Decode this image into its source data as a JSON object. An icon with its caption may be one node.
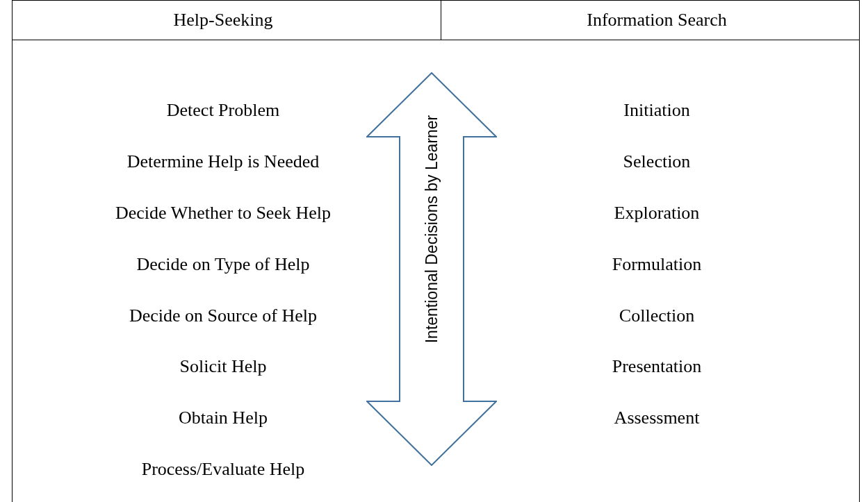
{
  "diagram": {
    "nodes": [
      {
        "text": [
          "Intentional Decisions by Learner"
        ]
      }
    ],
    "labels": [
      "Help-Seeking",
      "Information Search",
      "Detect Problem",
      "Determine Help is Needed",
      "Decide Whether to Seek Help",
      "Decide on Type of Help",
      "Decide on Source of Help",
      "Solicit Help",
      "Obtain Help",
      "Process/Evaluate Help",
      "Initiation",
      "Selection",
      "Exploration",
      "Formulation",
      "Collection",
      "Presentation",
      "Assessment"
    ]
  }
}
